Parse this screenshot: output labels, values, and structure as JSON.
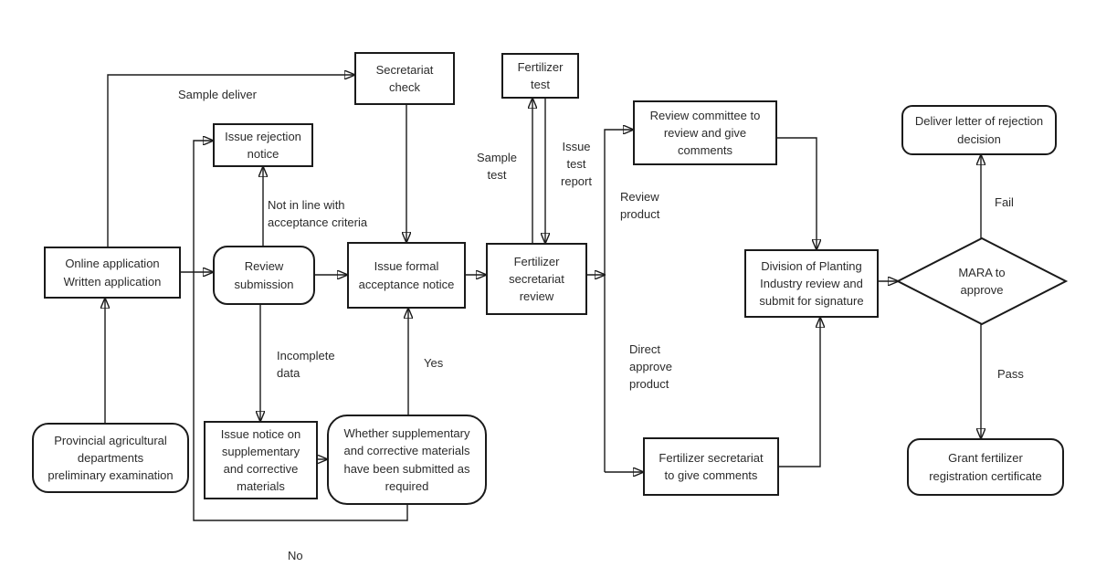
{
  "diagram": {
    "type": "flowchart",
    "background_color": "#ffffff",
    "line_color": "#1a1a1a",
    "text_color": "#2b2b2b",
    "nodes": {
      "online_application": "Online application\nWritten application",
      "provincial_examination": "Provincial agricultural\ndepartments\npreliminary examination",
      "review_submission": "Review\nsubmission",
      "issue_rejection_notice": "Issue rejection\nnotice",
      "secretariat_check": "Secretariat\ncheck",
      "issue_formal_acceptance": "Issue formal\nacceptance notice",
      "fertilizer_test": "Fertilizer\ntest",
      "fertilizer_secretariat_review": "Fertilizer\nsecretariat\nreview",
      "review_committee": "Review committee to\nreview and give\ncomments",
      "fertilizer_secretariat_comments": "Fertilizer secretariat\nto give comments",
      "issue_notice_supplementary": "Issue notice on\nsupplementary\nand corrective\nmaterials",
      "whether_supplementary": "Whether supplementary\nand corrective materials\nhave been submitted as\nrequired",
      "division_planting": "Division of Planting\nIndustry review and\nsubmit for signature",
      "mara_approve": "MARA to\napprove",
      "deliver_rejection_letter": "Deliver letter of rejection\ndecision",
      "grant_certificate": "Grant fertilizer\nregistration certificate"
    },
    "edge_labels": {
      "sample_deliver": "Sample deliver",
      "not_in_line": "Not in line with\nacceptance criteria",
      "incomplete_data": "Incomplete\ndata",
      "yes": "Yes",
      "no": "No",
      "sample_test": "Sample\ntest",
      "issue_test_report": "Issue\ntest\nreport",
      "review_product": "Review\nproduct",
      "direct_approve_product": "Direct\napprove\nproduct",
      "fail": "Fail",
      "pass": "Pass"
    }
  }
}
